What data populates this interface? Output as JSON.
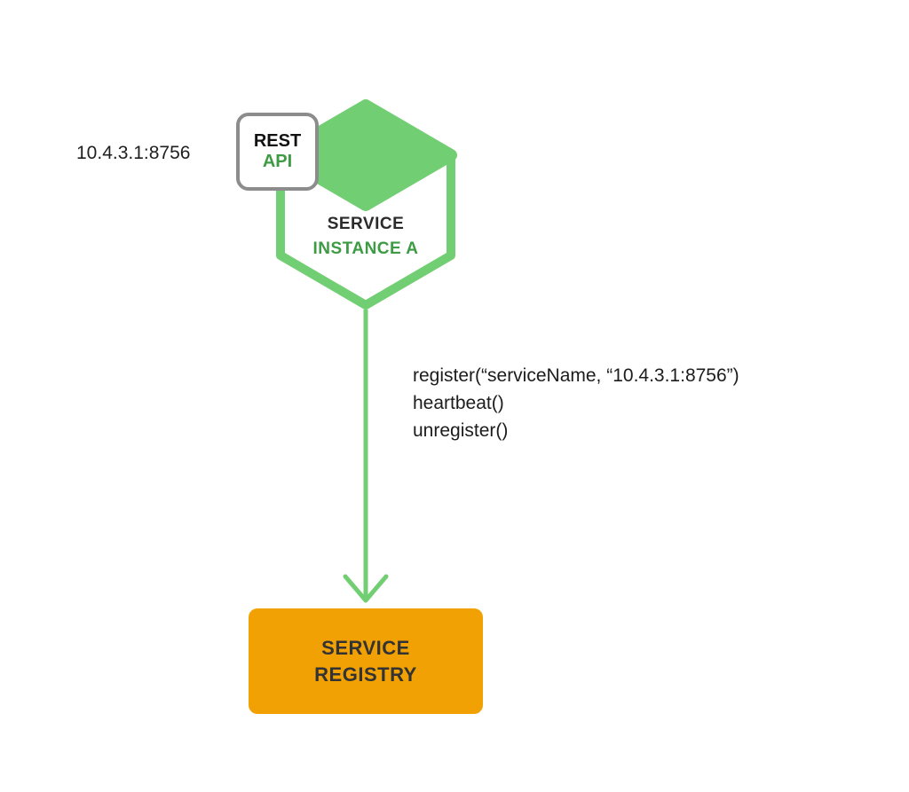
{
  "diagram": {
    "instance": {
      "address": "10.4.3.1:8756",
      "badge_line1": "REST",
      "badge_line2": "API",
      "label_line1": "SERVICE",
      "label_line2": "INSTANCE A"
    },
    "arrow_calls": {
      "line1": "register(“serviceName, “10.4.3.1:8756”)",
      "line2": "heartbeat()",
      "line3": "unregister()"
    },
    "registry": {
      "label_line1": "SERVICE",
      "label_line2": "REGISTRY"
    },
    "colors": {
      "green": "#72CE72",
      "green_text": "#3D9B44",
      "orange": "#F2A104",
      "dark_text": "#1F1F1F",
      "badge_border": "#8C8C8C"
    }
  }
}
